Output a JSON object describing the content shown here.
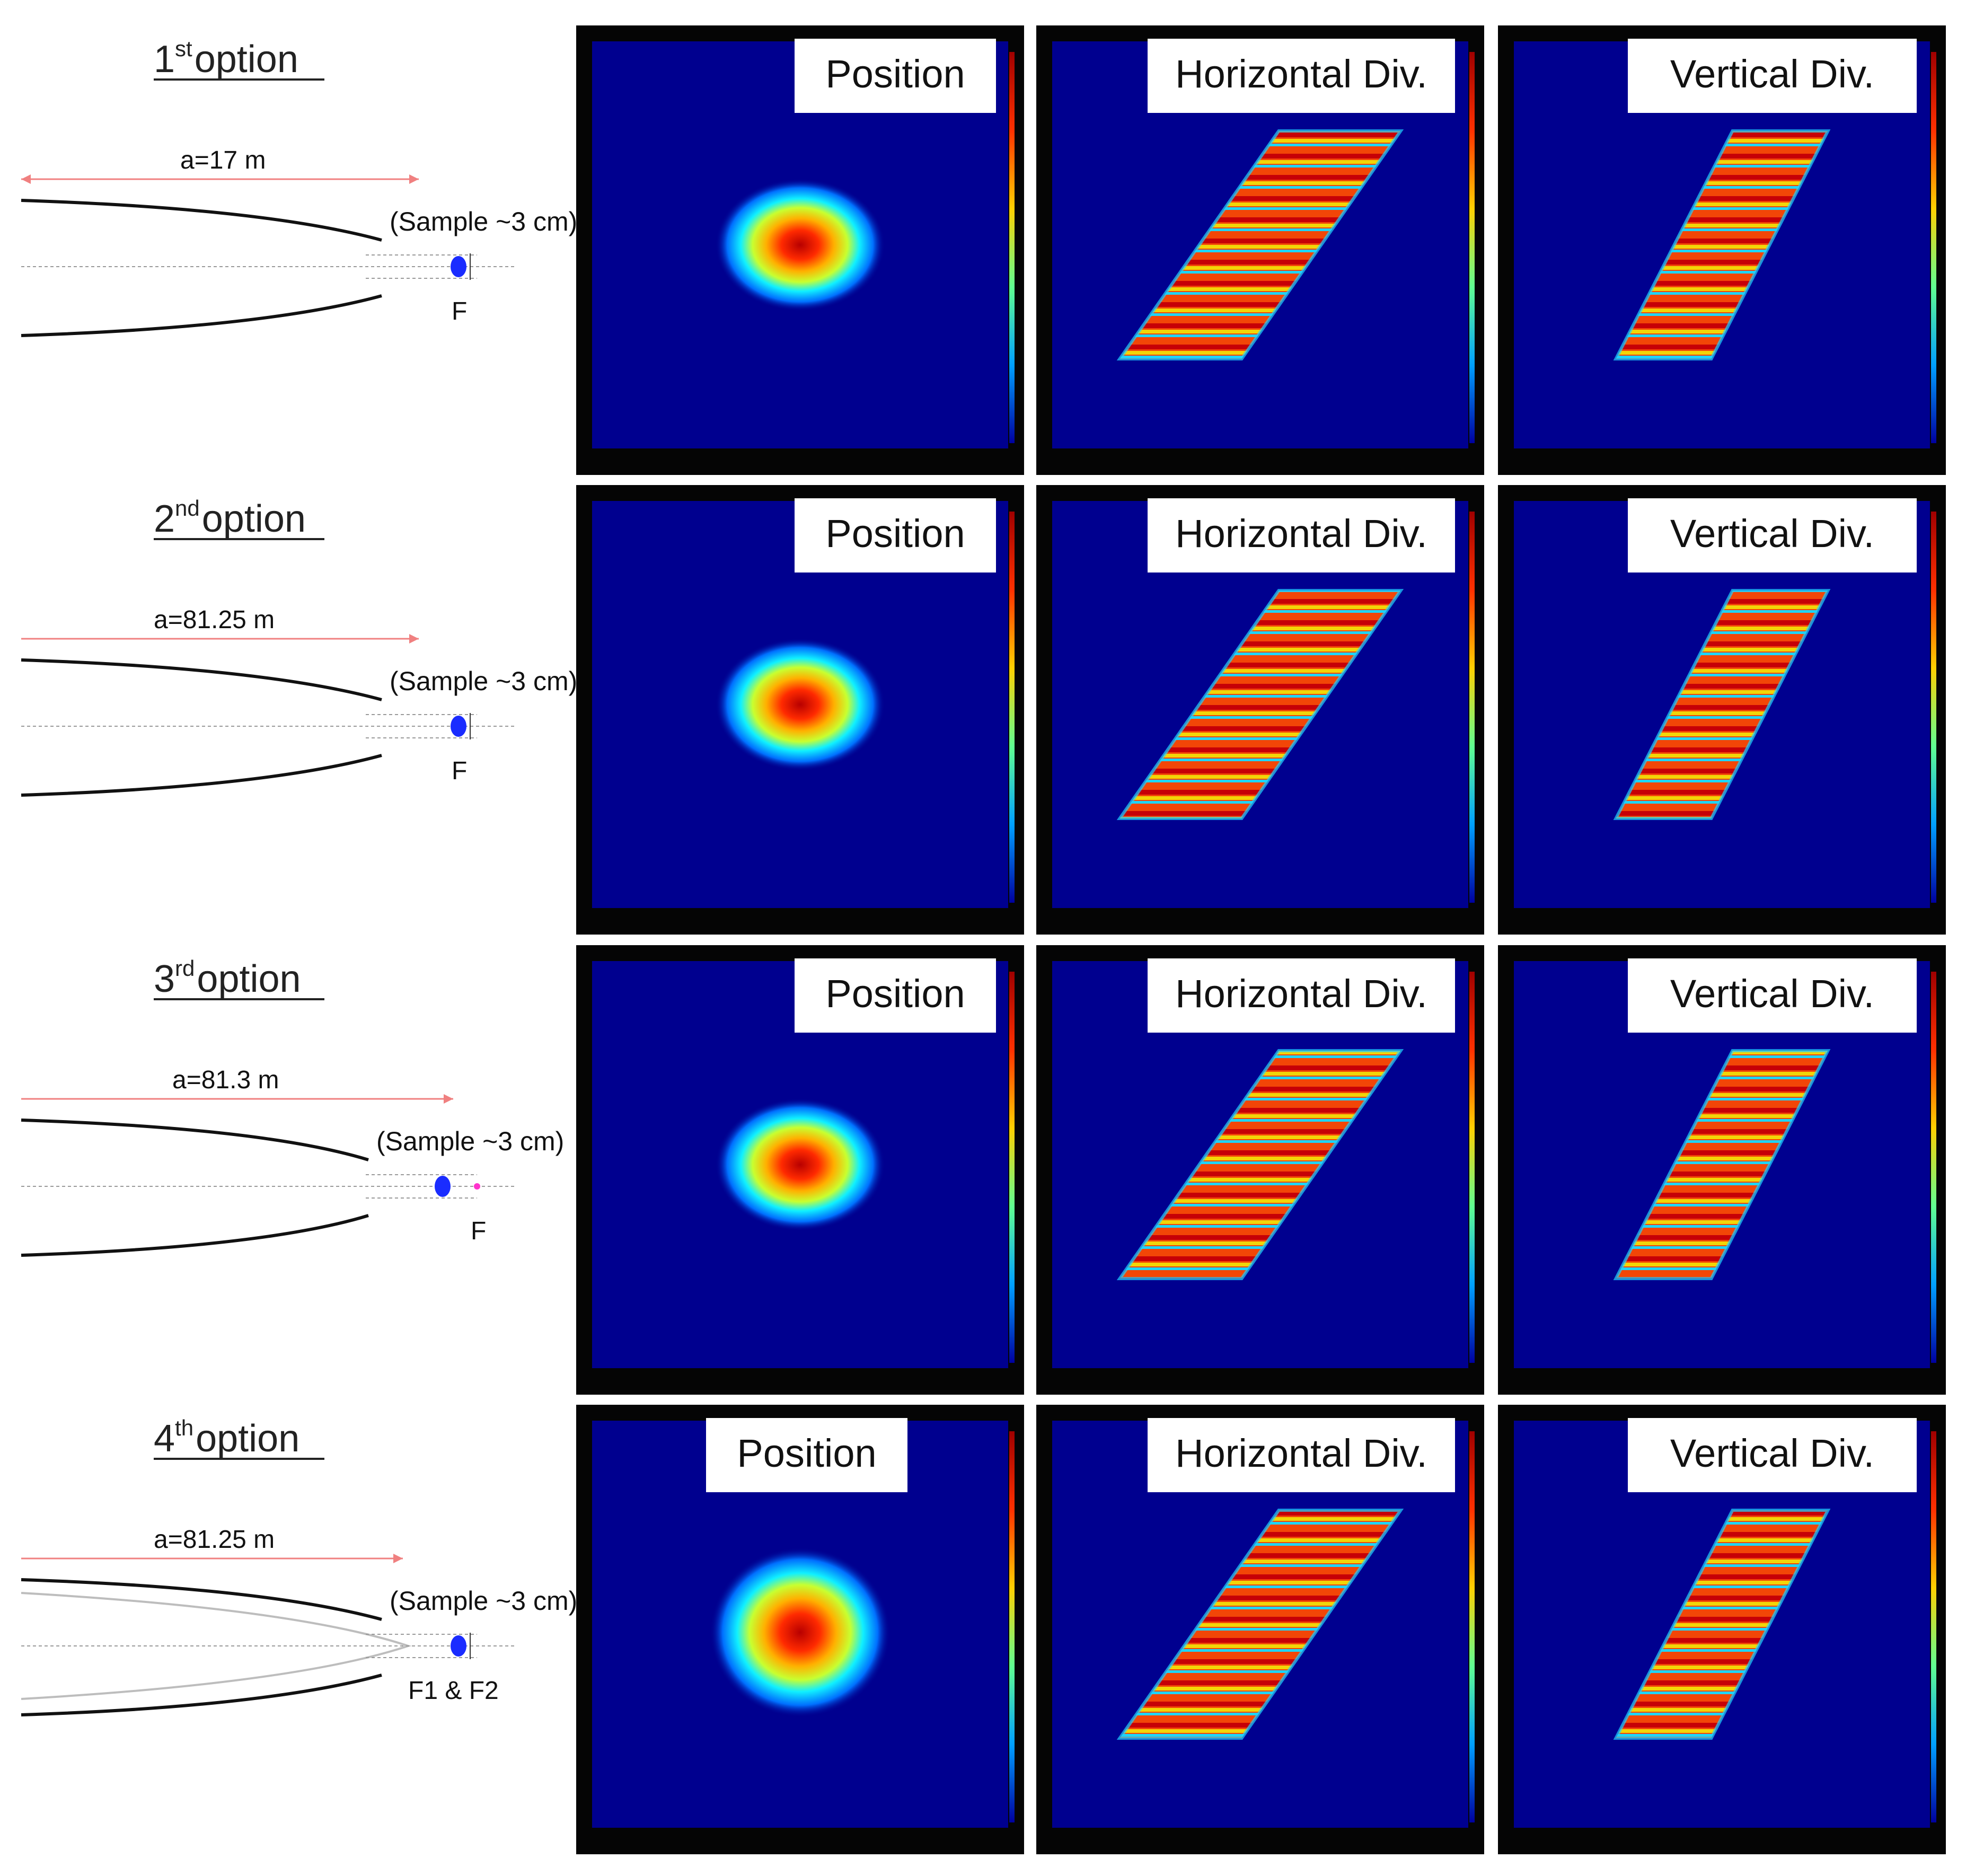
{
  "colors": {
    "dark_blue": "#00008f",
    "frame": "#050505",
    "arrow": "#f08080",
    "mirror": "#111111",
    "guide": "#9a9a9a",
    "focus_blue": "#1a2cff",
    "focus_magenta": "#ff33cc"
  },
  "labels": {
    "position": "Position",
    "horizontal": "Horizontal Div.",
    "vertical": "Vertical Div.",
    "sample": "(Sample ~3 cm)"
  },
  "options": [
    {
      "num": "1",
      "sup": "st",
      "word": "option",
      "distance": "a=17 m",
      "focus": "F",
      "magenta": false,
      "ellipse": false
    },
    {
      "num": "2",
      "sup": "nd",
      "word": "option",
      "distance": "a=81.25 m",
      "focus": "F",
      "magenta": false,
      "ellipse": false
    },
    {
      "num": "3",
      "sup": "rd",
      "word": "option",
      "distance": "a=81.3 m",
      "focus": "F",
      "magenta": true,
      "ellipse": false
    },
    {
      "num": "4",
      "sup": "th",
      "word": "option",
      "distance": "a=81.25 m",
      "focus": "F1 & F2",
      "magenta": false,
      "ellipse": true
    }
  ]
}
